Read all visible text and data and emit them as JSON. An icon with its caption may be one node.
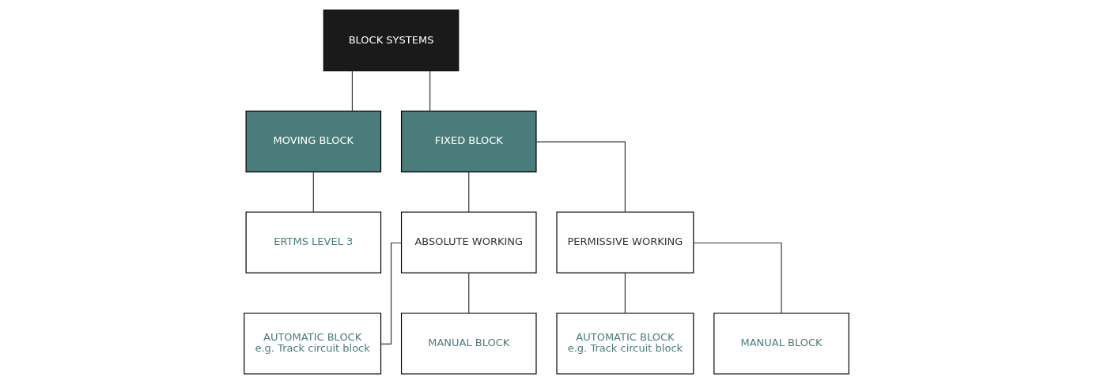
{
  "diagram": {
    "nodes": [
      {
        "text": [
          "BLOCK SYSTEMS"
        ]
      },
      {
        "text": [
          "MOVING BLOCK"
        ]
      },
      {
        "text": [
          "FIXED BLOCK"
        ]
      },
      {
        "text": [
          "ERTMS LEVEL 3"
        ]
      },
      {
        "text": [
          "ABSOLUTE WORKING"
        ]
      },
      {
        "text": [
          "PERMISSIVE WORKING"
        ]
      },
      {
        "text": [
          "AUTOMATIC BLOCK",
          "e.g. Track circuit block"
        ]
      },
      {
        "text": [
          "MANUAL BLOCK"
        ]
      },
      {
        "text": [
          "AUTOMATIC BLOCK",
          "e.g. Track circuit block"
        ]
      },
      {
        "text": [
          "MANUAL BLOCK"
        ]
      }
    ],
    "edges": [
      {
        "from": 0,
        "to": 1,
        "arrow": "none"
      },
      {
        "from": 0,
        "to": 2,
        "arrow": "none"
      },
      {
        "from": 1,
        "to": 3,
        "arrow": "none"
      },
      {
        "from": 2,
        "to": 4,
        "arrow": "none"
      },
      {
        "from": 2,
        "to": 5,
        "arrow": "none"
      },
      {
        "from": 4,
        "to": 6,
        "arrow": "none"
      },
      {
        "from": 4,
        "to": 7,
        "arrow": "none"
      },
      {
        "from": 5,
        "to": 8,
        "arrow": "none"
      },
      {
        "from": 5,
        "to": 9,
        "arrow": "none"
      }
    ]
  }
}
